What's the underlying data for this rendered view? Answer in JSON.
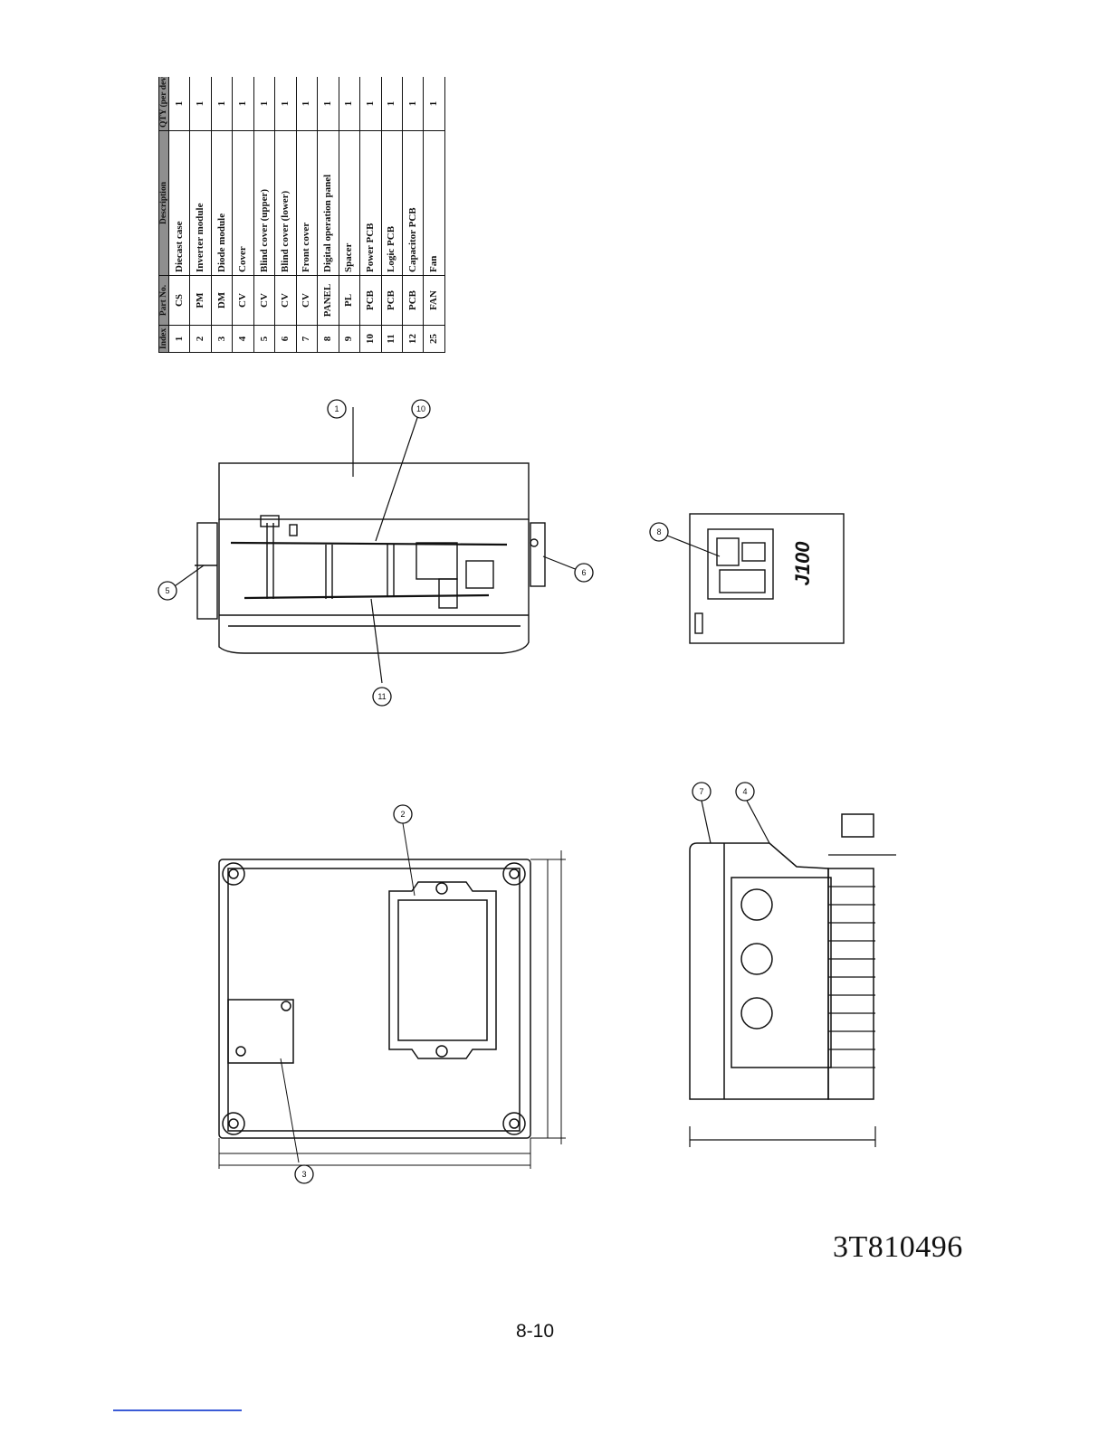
{
  "parts_table": {
    "headers": [
      "Index No.",
      "Part No.",
      "Description",
      "QTY (per device)"
    ],
    "rows": [
      {
        "index": "1",
        "part": "CS",
        "description": "Diecast case",
        "qty": "1"
      },
      {
        "index": "2",
        "part": "PM",
        "description": "Inverter module",
        "qty": "1"
      },
      {
        "index": "3",
        "part": "DM",
        "description": "Diode module",
        "qty": "1"
      },
      {
        "index": "4",
        "part": "CV",
        "description": "Cover",
        "qty": "1"
      },
      {
        "index": "5",
        "part": "CV",
        "description": "Blind cover (upper)",
        "qty": "1"
      },
      {
        "index": "6",
        "part": "CV",
        "description": "Blind cover (lower)",
        "qty": "1"
      },
      {
        "index": "7",
        "part": "CV",
        "description": "Front cover",
        "qty": "1"
      },
      {
        "index": "8",
        "part": "PANEL",
        "description": "Digital operation panel",
        "qty": "1"
      },
      {
        "index": "9",
        "part": "PL",
        "description": "Spacer",
        "qty": "1"
      },
      {
        "index": "10",
        "part": "PCB",
        "description": "Power PCB",
        "qty": "1"
      },
      {
        "index": "11",
        "part": "PCB",
        "description": "Logic PCB",
        "qty": "1"
      },
      {
        "index": "12",
        "part": "PCB",
        "description": "Capacitor PCB",
        "qty": "1"
      },
      {
        "index": "25",
        "part": "FAN",
        "description": "Fan",
        "qty": "1"
      }
    ]
  },
  "callouts": {
    "side_view": [
      "1",
      "10",
      "5",
      "6",
      "11"
    ],
    "panel_view": [
      "8"
    ],
    "top_view": [
      "2",
      "3"
    ],
    "end_view": [
      "7",
      "4"
    ]
  },
  "panel_brand": "J100",
  "doc_number": "3T810496",
  "page_number": "8-10"
}
